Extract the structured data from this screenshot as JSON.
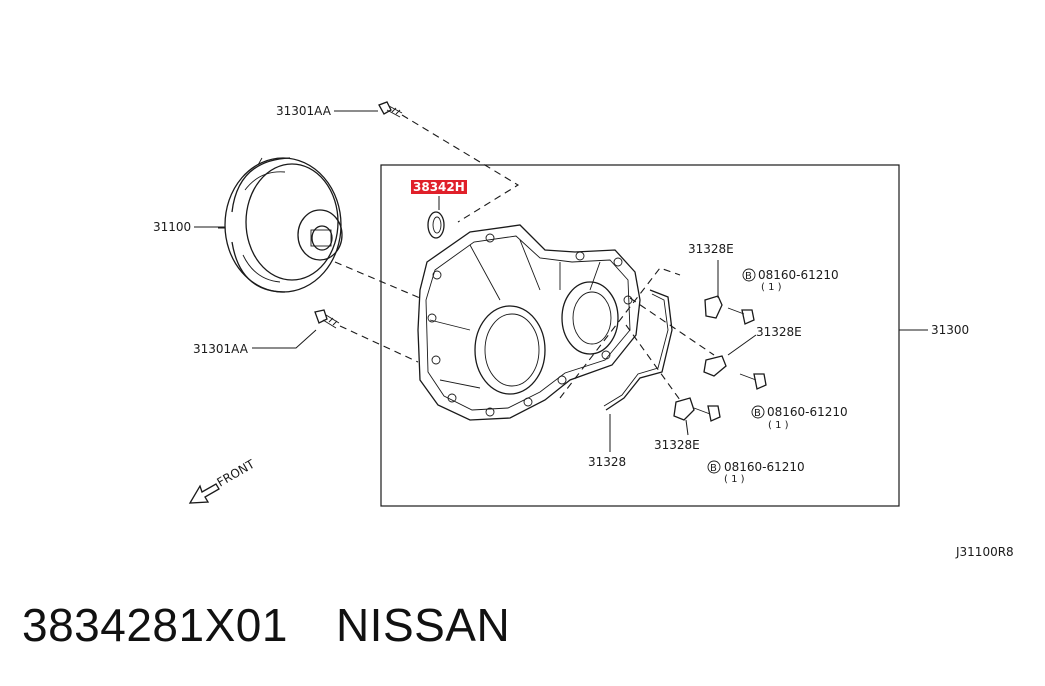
{
  "labels": {
    "bolt_top": "31301AA",
    "converter": "31100",
    "bolt_left": "31301AA",
    "highlighted_part": "38342H",
    "bracket_1": "31328E",
    "bolt_spec_1": "08160-61210",
    "qty_1": "( 1 )",
    "bracket_2": "31328E",
    "bolt_spec_2": "08160-61210",
    "qty_2": "( 1 )",
    "bracket_3": "31328E",
    "bolt_spec_3": "08160-61210",
    "qty_3": "( 1 )",
    "tube": "31328",
    "housing": "31300",
    "circle_b": "B",
    "front": "FRONT",
    "diagram_code": "J31100R8"
  },
  "footer": {
    "part_number": "3834281X01",
    "brand": "NISSAN"
  },
  "colors": {
    "highlight": "#e0202a",
    "ink": "#1a1a1a"
  }
}
